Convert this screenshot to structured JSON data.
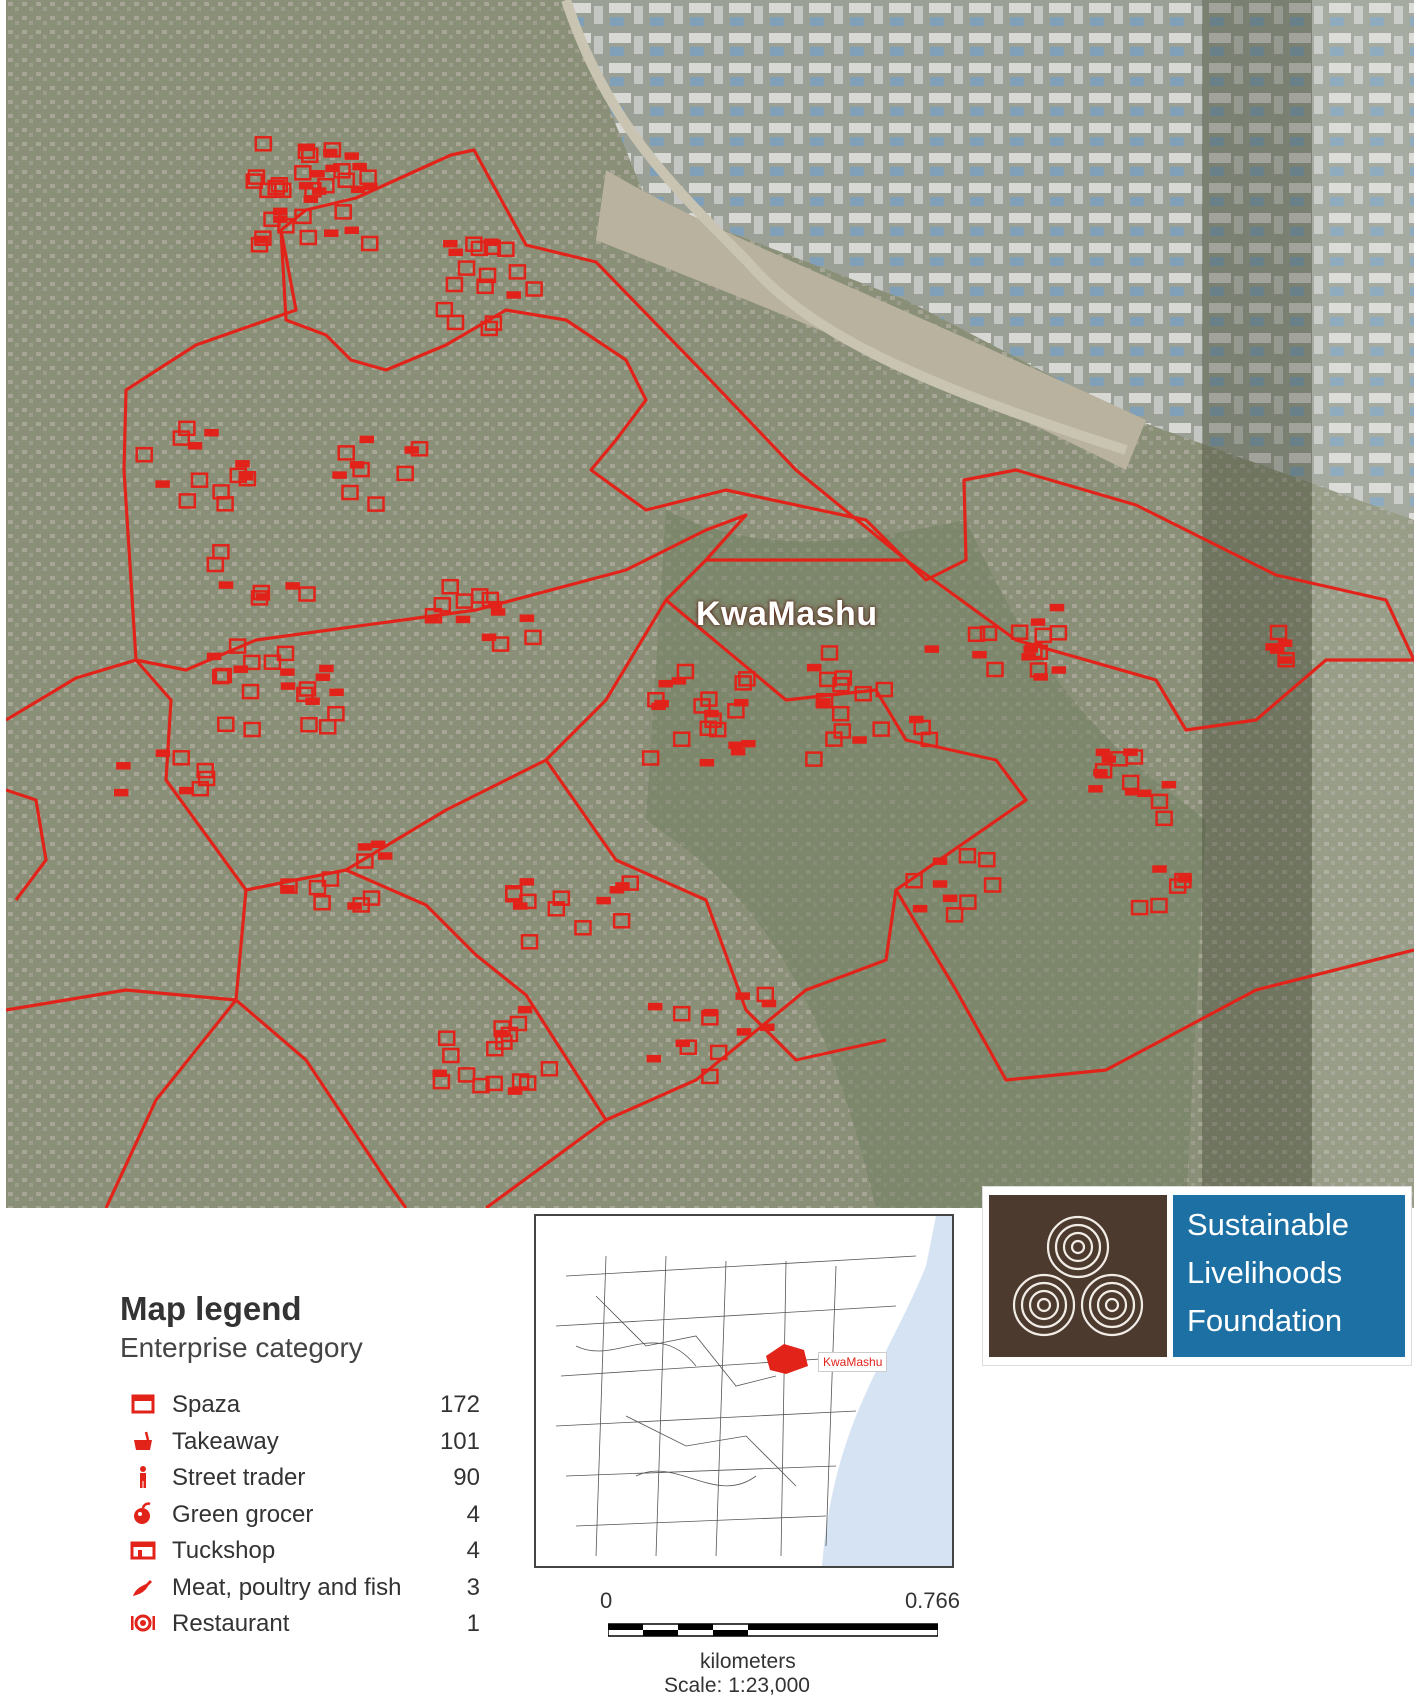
{
  "map": {
    "place_label": "KwaMashu",
    "background_color": "#7d8a6e",
    "boundary_color": "#e2231a",
    "marker_color": "#e2231a"
  },
  "legend": {
    "title": "Map legend",
    "subtitle": "Enterprise category",
    "items": [
      {
        "icon": "spaza-icon",
        "label": "Spaza",
        "count": "172"
      },
      {
        "icon": "takeaway-icon",
        "label": "Takeaway",
        "count": "101"
      },
      {
        "icon": "street-trader-icon",
        "label": "Street trader",
        "count": "90"
      },
      {
        "icon": "green-grocer-icon",
        "label": "Green grocer",
        "count": "4"
      },
      {
        "icon": "tuckshop-icon",
        "label": "Tuckshop",
        "count": "4"
      },
      {
        "icon": "meat-poultry-fish-icon",
        "label": "Meat, poultry and fish",
        "count": "3"
      },
      {
        "icon": "restaurant-icon",
        "label": "Restaurant",
        "count": "1"
      }
    ]
  },
  "inset": {
    "label": "KwaMashu",
    "sea_color": "#d6e3f3"
  },
  "scale": {
    "start": "0",
    "end": "0.766",
    "unit": "kilometers",
    "ratio": "Scale: 1:23,000"
  },
  "logo": {
    "line1": "Sustainable",
    "line2": "Livelihoods",
    "line3": "Foundation",
    "brown": "#4d3a2e",
    "blue": "#1d70a3"
  }
}
